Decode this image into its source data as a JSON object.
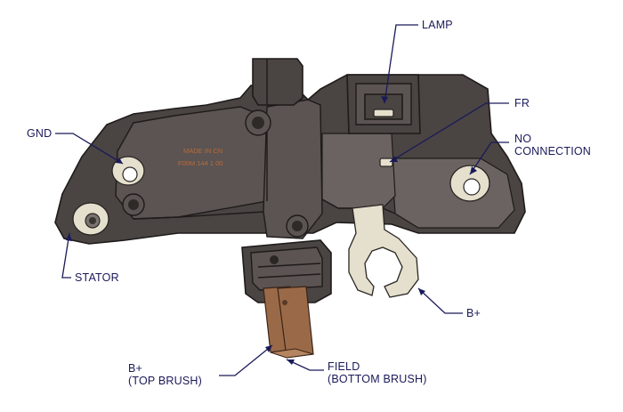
{
  "labels": {
    "lamp": "LAMP",
    "fr": "FR",
    "no_connection_line1": "NO",
    "no_connection_line2": "CONNECTION",
    "gnd": "GND",
    "stator": "STATOR",
    "b_plus_terminal": "B+",
    "b_plus_brush_line1": "B+",
    "b_plus_brush_line2": "(TOP BRUSH)",
    "field_line1": "FIELD",
    "field_line2": "(BOTTOM BRUSH)"
  },
  "part_markings": {
    "line1": "MADE IN CN",
    "line2": "F00M 144 1 00"
  }
}
